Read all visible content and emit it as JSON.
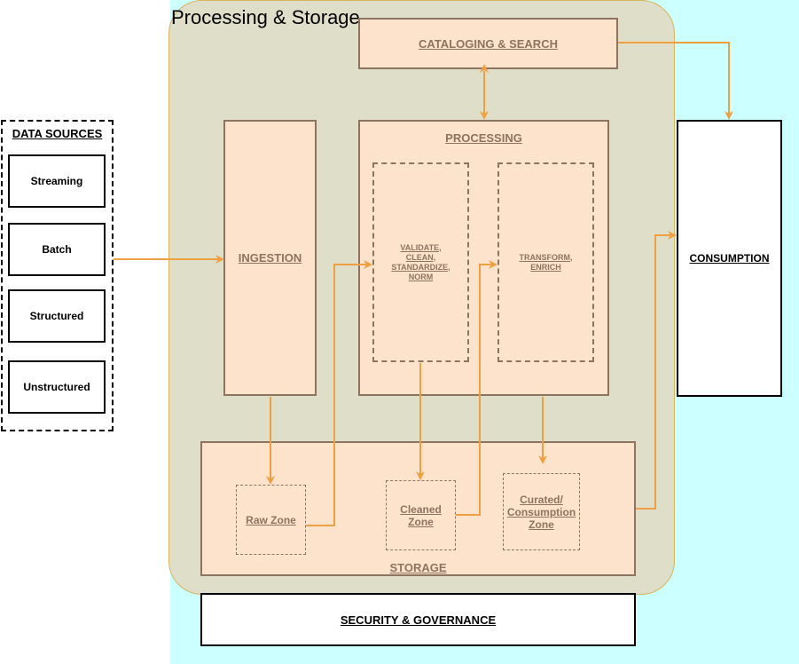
{
  "region_title": "Processing & Storage",
  "data_sources": {
    "title": "DATA SOURCES",
    "items": [
      "Streaming",
      "Batch",
      "Structured",
      "Unstructured"
    ]
  },
  "ingestion": "INGESTION",
  "cataloging": "CATALOGING & SEARCH",
  "processing": {
    "title": "PROCESSING",
    "validate": "VALIDATE,\nCLEAN,\nSTANDARDIZE,\nNORM",
    "transform": "TRANSFORM,\nENRICH"
  },
  "storage": {
    "title": "STORAGE",
    "raw": "Raw Zone",
    "cleaned": "Cleaned\nZone",
    "curated": "Curated/\nConsumption\nZone"
  },
  "consumption": "CONSUMPTION",
  "security": "SECURITY & GOVERNANCE",
  "colors": {
    "arrow": "#f0a040",
    "peach_fill": "#fde3cc",
    "peach_border": "#8c7460",
    "region_fill": "#dedec9",
    "background_accent": "#ccffff"
  }
}
